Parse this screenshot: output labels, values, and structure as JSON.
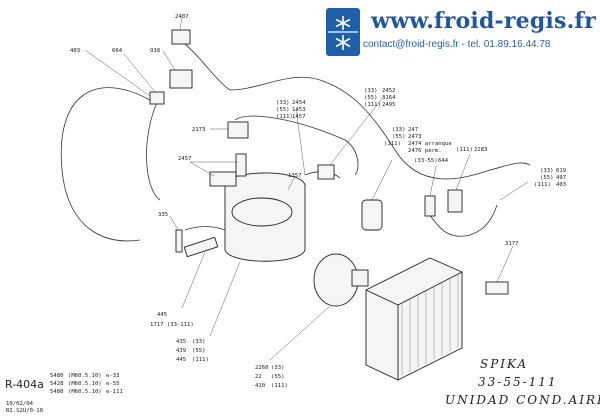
{
  "brand": {
    "site": "www.froid-regis.fr",
    "contact": "contact@froid-regis.fr - tel. 01.89.16.44.78",
    "logo_color": "#1f5fa8",
    "text_color": "#1e56a0"
  },
  "title_block": {
    "model": "SPIKA",
    "variants": "33-55-111",
    "subtitle": "UNIDAD  COND.AIRE",
    "refrigerant": "R-404a"
  },
  "parts": {
    "p2407": "2407",
    "p403": "403",
    "p664": "664",
    "p938": "938",
    "p2173": "2173",
    "p2457": "2457",
    "p335": "335",
    "p1357": "1357",
    "p3177": "3177",
    "p445a": "445",
    "p1717": "1717 (33-111)",
    "p435": "435",
    "p439": "439",
    "p445b": "445",
    "p435s": "(33)",
    "p439s": "(55)",
    "p445s": "(111)",
    "p2260": "2260",
    "p22": "22",
    "p410": "410",
    "p2260s": "(33)",
    "p22s": "(55)",
    "p410s": "(111)",
    "c33": "(33)",
    "c55": "(55)",
    "c111": "(111)",
    "c2452": "2452",
    "c3164": "3164",
    "c2495": "2495",
    "e2454": "2454",
    "e1453": "1453",
    "e1457": "1457",
    "e33": "(33)",
    "e55": "(55)",
    "e111": "(111)",
    "k33": "(33)",
    "k55": "(55)",
    "k111": "(111)",
    "k247": "247",
    "k2473": "2473",
    "k2474": "2474 arranque",
    "k2476": "2476 perm.",
    "d33_55": "(33-55)",
    "d644": "644",
    "d111": "(111)",
    "d2283": "2283",
    "f33": "(33)",
    "f55": "(55)",
    "f111": "(111)",
    "f619": "619",
    "f497": "497",
    "f403": "403"
  },
  "codes": {
    "line1_code": "5480",
    "line1_model": "(M60.5.10)",
    "line1_var": "e-33",
    "line2_code": "5428",
    "line2_model": "(M60.5.10)",
    "line2_var": "e-55",
    "line3_code": "5480",
    "line3_model": "(M60.5.10)",
    "line3_var": "e-111",
    "date": "10/02/04",
    "rev": "RI.S2U/0-10"
  }
}
